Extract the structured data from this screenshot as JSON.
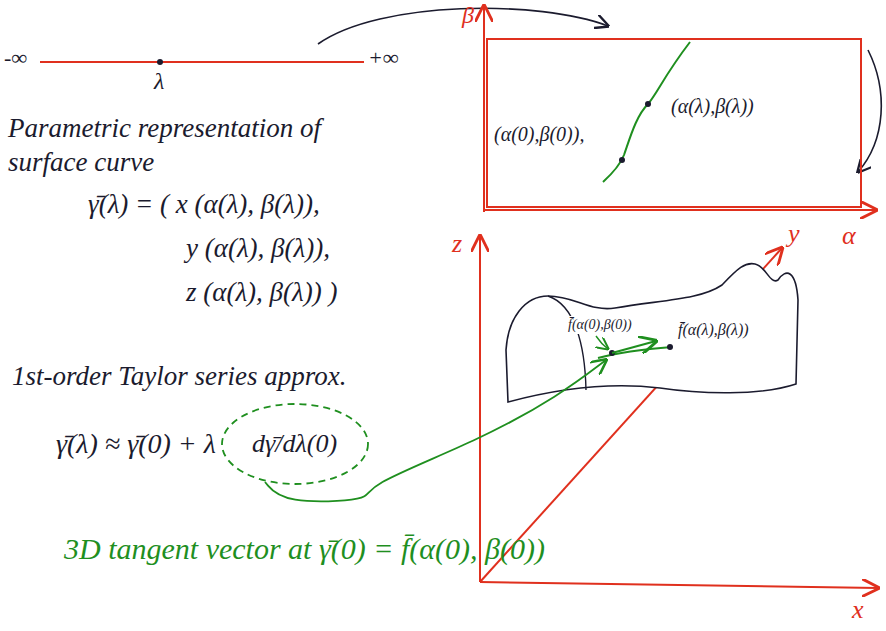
{
  "diagram": {
    "nodes": [
      {
        "text": [
          "(α(0),β(0)),",
          "(α(λ),β(λ))"
        ]
      },
      {
        "text": [
          "dγ̄/dλ(0)"
        ]
      }
    ],
    "labels": [
      "-∞",
      "+∞",
      "λ",
      "β",
      "α",
      "Parametric representation of surface curve",
      "γ̄(λ) = ( x (α(λ), β(λ)),",
      "y (α(λ), β(λ)),",
      "z (α(λ), β(λ)) )",
      "1st-order Taylor series approx.",
      "γ̄(λ) ≈ γ̄(0) + λ",
      "3D tangent vector at γ̄(0) = f̄(α(0), β(0))",
      "z",
      "y",
      "x",
      "f̄(α(0),β(0))",
      "f̄(α(λ),β(λ))"
    ]
  }
}
